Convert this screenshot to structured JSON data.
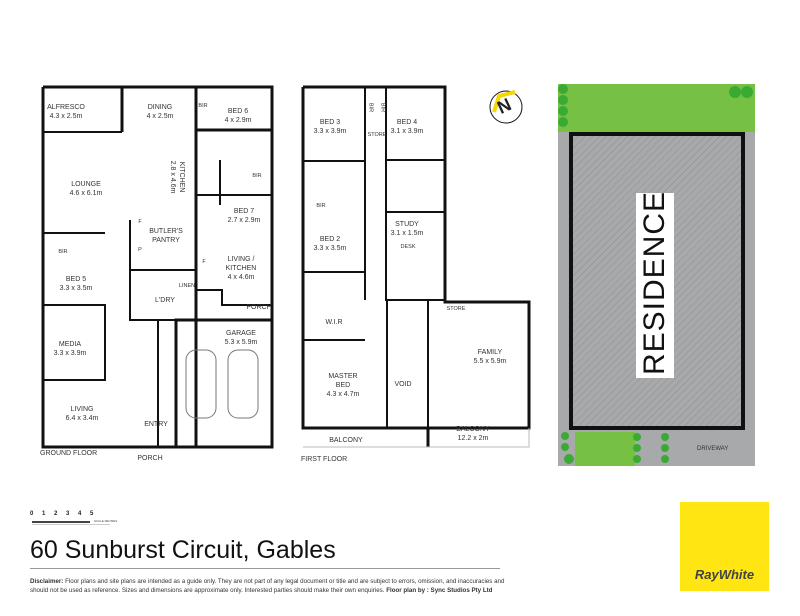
{
  "ground_floor": {
    "caption": "GROUND FLOOR",
    "rooms": [
      {
        "name": "ALFRESCO",
        "size": "4.3 x 2.5m"
      },
      {
        "name": "DINING",
        "size": "4 x 2.5m"
      },
      {
        "name": "BED 6",
        "size": "4 x 2.9m"
      },
      {
        "name": "KITCHEN",
        "size": "2.8 x 4.6m"
      },
      {
        "name": "LOUNGE",
        "size": "4.6 x 6.1m"
      },
      {
        "name": "BED 7",
        "size": "2.7 x 2.9m"
      },
      {
        "name": "BUTLER'S",
        "size": "PANTRY"
      },
      {
        "name": "LIVING /",
        "size": "KITCHEN"
      },
      {
        "name": "BED 5",
        "size": "3.3 x 3.5m"
      },
      {
        "name": "GARAGE",
        "size": "5.3 x 5.9m"
      },
      {
        "name": "MEDIA",
        "size": "3.3 x 3.9m"
      },
      {
        "name": "LIVING",
        "size": "6.4 x 3.4m"
      }
    ],
    "extra": {
      "living_kitchen_size": "4 x 4.6m",
      "ldry": "L'DRY",
      "porch1": "PORCH",
      "porch2": "PORCH",
      "entry": "ENTRY",
      "bir1": "BIR",
      "bir2": "BIR",
      "bir3": "BIR",
      "linen": "LINEN",
      "f1": "F",
      "f2": "F",
      "p": "P"
    }
  },
  "first_floor": {
    "caption": "FIRST FLOOR",
    "rooms": [
      {
        "name": "BED 3",
        "size": "3.3 x 3.9m"
      },
      {
        "name": "BED 4",
        "size": "3.1 x 3.9m"
      },
      {
        "name": "STUDY",
        "size": "3.1 x 1.5m"
      },
      {
        "name": "BED 2",
        "size": "3.3 x 3.5m"
      },
      {
        "name": "FAMILY",
        "size": "5.5 x 5.9m"
      },
      {
        "name": "BALCONY",
        "size": "12.2 x 2m"
      }
    ],
    "extra": {
      "master1": "MASTER",
      "master2": "BED",
      "master_size": "4.3 x 4.7m",
      "void": "VOID",
      "wir": "W.I.R",
      "store1": "STORE",
      "store2": "STORE",
      "desk": "DESK",
      "balcony": "BALCONY",
      "bir1": "BIR",
      "bir2": "BIR",
      "bir3": "BIR"
    }
  },
  "site_plan": {
    "residence": "RESIDENCE",
    "driveway": "DRIVEWAY"
  },
  "compass": {
    "label": "N"
  },
  "scale_bar": {
    "ticks": [
      "0",
      "1",
      "2",
      "3",
      "4",
      "5"
    ],
    "unit": "SCALE METRES"
  },
  "title": "60 Sunburst Circuit, Gables",
  "disclaimer": {
    "label": "Disclaimer:",
    "text": " Floor plans and site plans are intended as a guide only. They are not part of any legal document or title and are subject to errors, omission, and inaccuracies and should not be used as reference. Sizes and dimensions are approximate only. Interested parties should make their own enquiries. ",
    "credit": "Floor plan by : Sync Studios Pty Ltd"
  },
  "brand": {
    "name": "RayWhite",
    "color": "#ffe512"
  },
  "colors": {
    "lawn": "#76c043",
    "path": "#a7a9ab",
    "tree": "#3aaa35"
  }
}
